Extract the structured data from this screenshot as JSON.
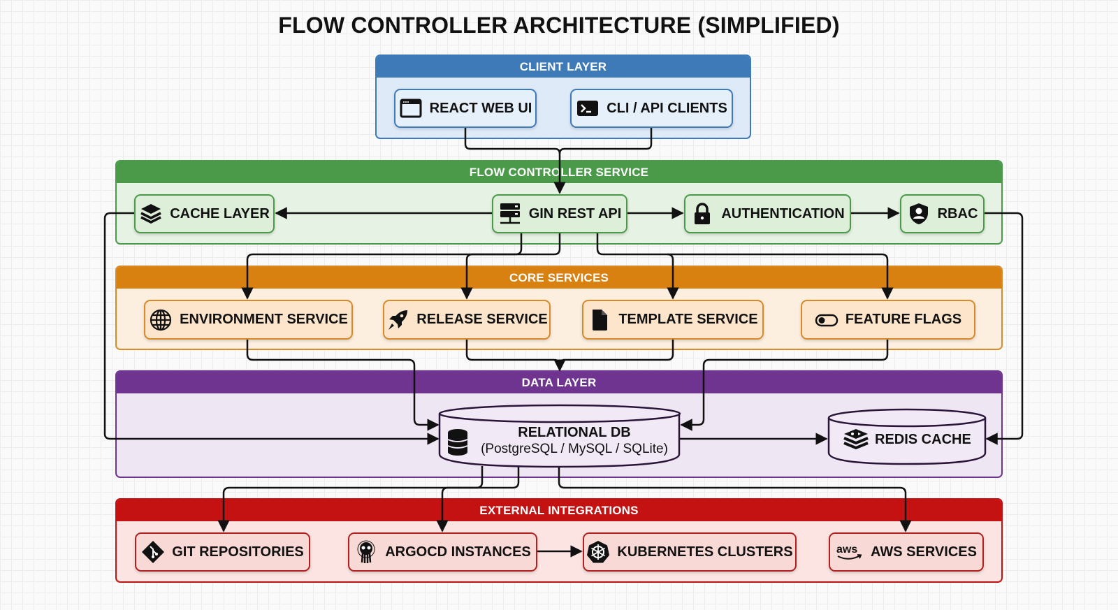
{
  "title": "FLOW CONTROLLER ARCHITECTURE (SIMPLIFIED)",
  "colors": {
    "client": "#3f7ab8",
    "service": "#4a9a4a",
    "core": "#d88010",
    "data": "#6f3490",
    "external": "#c41212"
  },
  "layers": {
    "client": {
      "label": "CLIENT LAYER",
      "nodes": [
        {
          "label": "REACT WEB UI",
          "icon": "browser-window-icon"
        },
        {
          "label": "CLI / API CLIENTS",
          "icon": "terminal-icon"
        }
      ]
    },
    "service": {
      "label": "FLOW CONTROLLER SERVICE",
      "nodes": [
        {
          "label": "CACHE LAYER",
          "icon": "layers-icon"
        },
        {
          "label": "GIN REST API",
          "icon": "server-icon"
        },
        {
          "label": "AUTHENTICATION",
          "icon": "lock-icon"
        },
        {
          "label": "RBAC",
          "icon": "shield-user-icon"
        }
      ]
    },
    "core": {
      "label": "CORE SERVICES",
      "nodes": [
        {
          "label": "ENVIRONMENT SERVICE",
          "icon": "globe-icon"
        },
        {
          "label": "RELEASE SERVICE",
          "icon": "rocket-icon"
        },
        {
          "label": "TEMPLATE SERVICE",
          "icon": "file-icon"
        },
        {
          "label": "FEATURE FLAGS",
          "icon": "toggle-icon"
        }
      ]
    },
    "data": {
      "label": "DATA LAYER",
      "nodes": [
        {
          "label": "RELATIONAL DB",
          "sublabel": "(PostgreSQL / MySQL / SQLite)",
          "icon": "database-icon"
        },
        {
          "label": "REDIS CACHE",
          "icon": "redis-icon"
        }
      ]
    },
    "external": {
      "label": "EXTERNAL INTEGRATIONS",
      "nodes": [
        {
          "label": "GIT REPOSITORIES",
          "icon": "git-icon"
        },
        {
          "label": "ARGOCD INSTANCES",
          "icon": "argo-icon"
        },
        {
          "label": "KUBERNETES CLUSTERS",
          "icon": "kubernetes-icon"
        },
        {
          "label": "AWS SERVICES",
          "icon": "aws-icon"
        }
      ]
    }
  },
  "connections": [
    {
      "from": "REACT WEB UI",
      "to": "GIN REST API"
    },
    {
      "from": "CLI / API CLIENTS",
      "to": "GIN REST API"
    },
    {
      "from": "GIN REST API",
      "to": "CACHE LAYER"
    },
    {
      "from": "GIN REST API",
      "to": "AUTHENTICATION"
    },
    {
      "from": "AUTHENTICATION",
      "to": "RBAC"
    },
    {
      "from": "GIN REST API",
      "to": "ENVIRONMENT SERVICE"
    },
    {
      "from": "GIN REST API",
      "to": "RELEASE SERVICE"
    },
    {
      "from": "GIN REST API",
      "to": "TEMPLATE SERVICE"
    },
    {
      "from": "GIN REST API",
      "to": "FEATURE FLAGS"
    },
    {
      "from": "ENVIRONMENT SERVICE",
      "to": "RELATIONAL DB"
    },
    {
      "from": "RELEASE SERVICE",
      "to": "DATA LAYER"
    },
    {
      "from": "TEMPLATE SERVICE",
      "to": "DATA LAYER"
    },
    {
      "from": "FEATURE FLAGS",
      "to": "RELATIONAL DB"
    },
    {
      "from": "CACHE LAYER",
      "to": "RELATIONAL DB"
    },
    {
      "from": "RELATIONAL DB",
      "to": "REDIS CACHE"
    },
    {
      "from": "RBAC",
      "to": "REDIS CACHE"
    },
    {
      "from": "RELATIONAL DB",
      "to": "GIT REPOSITORIES"
    },
    {
      "from": "RELATIONAL DB",
      "to": "ARGOCD INSTANCES"
    },
    {
      "from": "RELATIONAL DB",
      "to": "AWS SERVICES"
    },
    {
      "from": "ARGOCD INSTANCES",
      "to": "KUBERNETES CLUSTERS"
    }
  ]
}
